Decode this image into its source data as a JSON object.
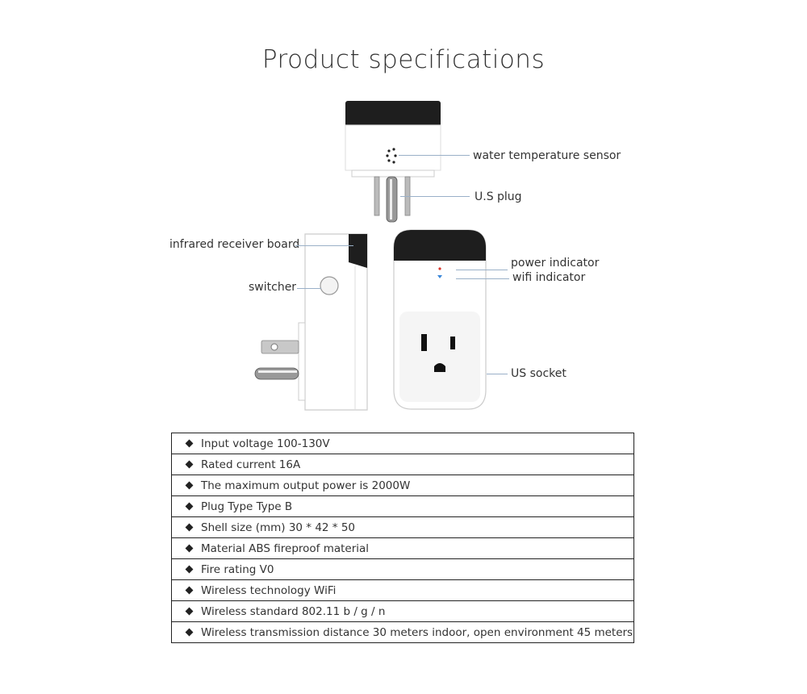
{
  "page": {
    "title": "Product specifications"
  },
  "diagram": {
    "callouts": {
      "water_temperature_sensor": "water temperature sensor",
      "us_plug": "U.S plug",
      "infrared_receiver_board": "infrared receiver board",
      "switcher": "switcher",
      "power_indicator": "power indicator",
      "wifi_indicator": "wifi indicator",
      "us_socket": "US socket"
    },
    "colors": {
      "device_black": "#1e1e1e",
      "device_white": "#ffffff",
      "socket_face": "#f5f5f5",
      "callout_line": "#9ab0c8",
      "power_led": "#d9342b",
      "wifi_led": "#3a86d8"
    }
  },
  "specs": {
    "rows": [
      {
        "text": "Input voltage 100-130V"
      },
      {
        "text": "Rated current 16A"
      },
      {
        "text": "The maximum output power is 2000W"
      },
      {
        "text": "Plug Type Type B"
      },
      {
        "text": "Shell size (mm) 30 * 42 * 50"
      },
      {
        "text": "Material ABS fireproof material"
      },
      {
        "text": "Fire rating V0"
      },
      {
        "text": "Wireless technology WiFi"
      },
      {
        "text": "Wireless standard 802.11 b / g / n"
      },
      {
        "text": "Wireless transmission distance 30 meters indoor, open environment 45 meters"
      }
    ]
  }
}
